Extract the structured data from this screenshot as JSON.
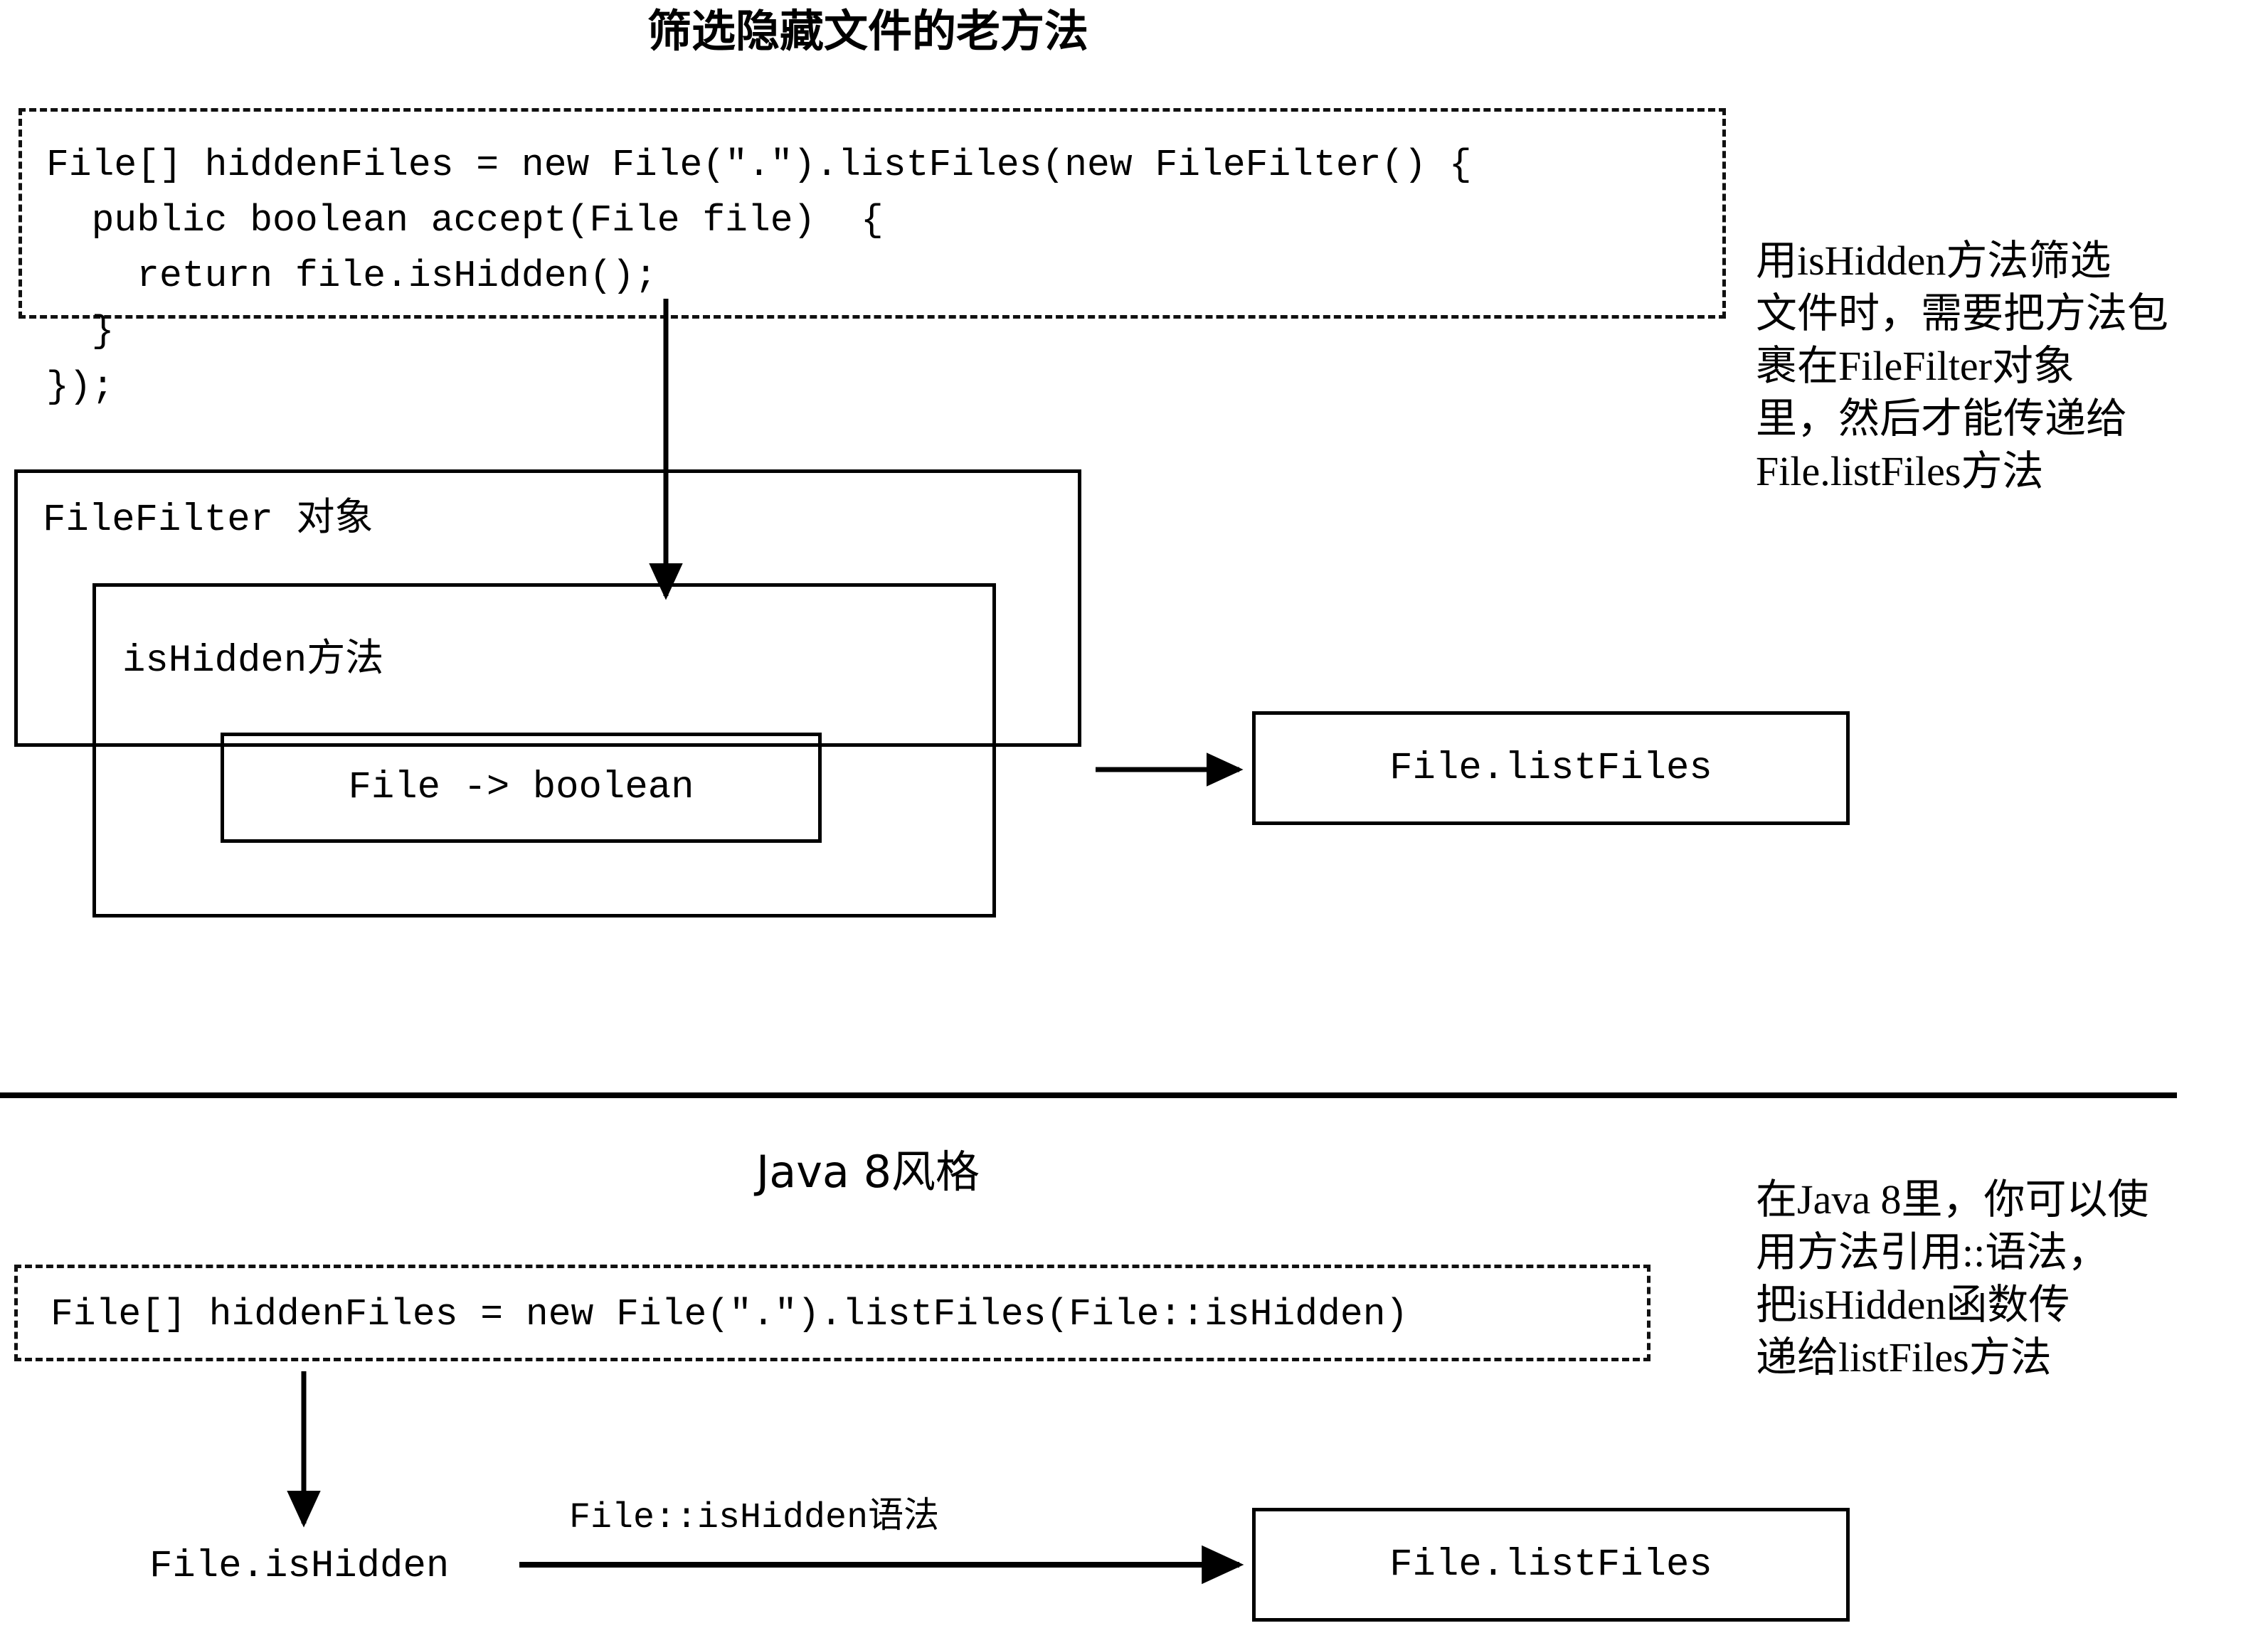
{
  "sections": {
    "old": {
      "title": "筛选隐藏文件的老方法",
      "code": "File[] hiddenFiles = new File(\".\").listFiles(new FileFilter() {\n  public boolean accept(File file)  {\n    return file.isHidden();\n  }\n});",
      "annotation": "用isHidden方法筛选\n文件时，需要把方法包\n裹在FileFilter对象\n里，然后才能传递给\nFile.listFiles方法",
      "filefilter_box_label": "FileFilter 对象",
      "ishidden_box_label": "isHidden方法",
      "lambda_box_label": "File -> boolean",
      "listfiles_box_label": "File.listFiles"
    },
    "java8": {
      "title": "Java 8风格",
      "code": "File[] hiddenFiles = new File(\".\").listFiles(File::isHidden)",
      "annotation": "在Java 8里，你可以使\n用方法引用::语法，\n把isHidden函数传\n递给listFiles方法",
      "source_label": "File.isHidden",
      "arrow_label": "File::isHidden语法",
      "listfiles_box_label": "File.listFiles"
    }
  },
  "colors": {
    "stroke": "#000000",
    "background": "#ffffff",
    "dashed_stroke": "#111111"
  }
}
